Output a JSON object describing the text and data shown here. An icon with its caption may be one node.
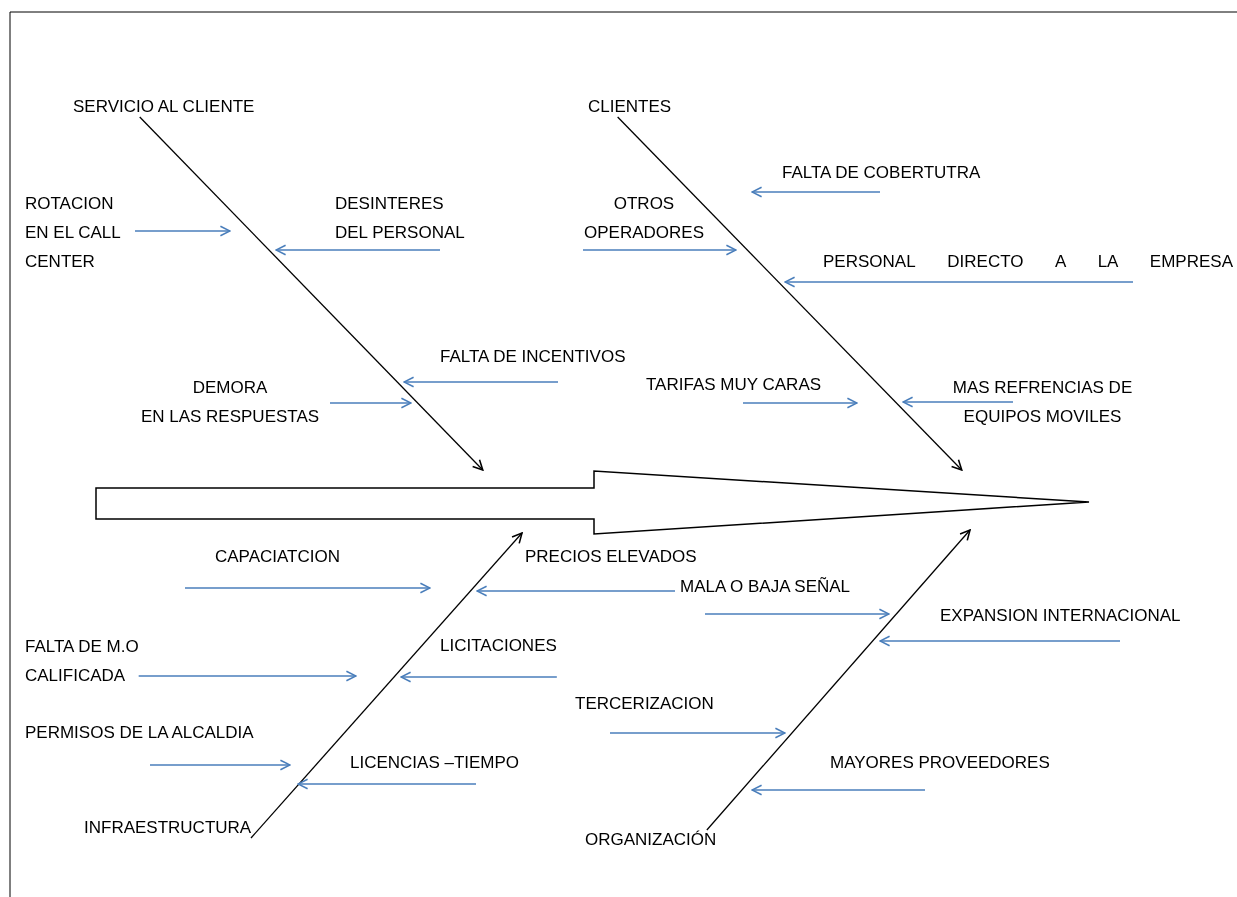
{
  "diagram": {
    "nodes": [
      {
        "text": [
          "SERVICIO AL CLIENTE"
        ]
      },
      {
        "text": [
          "CLIENTES"
        ]
      },
      {
        "text": [
          "FALTA DE COBERTUTRA"
        ]
      },
      {
        "text": [
          "ROTACION EN EL CALL CENTER"
        ]
      },
      {
        "text": [
          "DESINTERES DEL PERSONAL"
        ]
      },
      {
        "text": [
          "OTROS OPERADORES"
        ]
      },
      {
        "text": [
          "PERSONAL DIRECTO A LA EMPRESA"
        ]
      },
      {
        "text": [
          "FALTA DE INCENTIVOS"
        ]
      },
      {
        "text": [
          "DEMORA EN LAS RESPUESTAS"
        ]
      },
      {
        "text": [
          "TARIFAS MUY CARAS"
        ]
      },
      {
        "text": [
          "MAS REFRENCIAS DE EQUIPOS MOVILES"
        ]
      },
      {
        "text": [],
        "shape": "arrow"
      },
      {
        "text": [
          "CAPACIATCION"
        ]
      },
      {
        "text": [
          "PRECIOS ELEVADOS"
        ]
      },
      {
        "text": [
          "MALA O BAJA SEÑAL"
        ]
      },
      {
        "text": [
          "EXPANSION INTERNACIONAL"
        ]
      },
      {
        "text": [
          "FALTA DE M.O CALIFICADA"
        ]
      },
      {
        "text": [
          "LICITACIONES"
        ]
      },
      {
        "text": [
          "TERCERIZACION"
        ]
      },
      {
        "text": [
          "PERMISOS DE LA ALCALDIA"
        ]
      },
      {
        "text": [
          "LICENCIAS –TIEMPO"
        ]
      },
      {
        "text": [
          "MAYORES PROVEEDORES"
        ]
      },
      {
        "text": [
          "INFRAESTRUCTURA"
        ]
      },
      {
        "text": [
          "ORGANIZACIÓN"
        ]
      }
    ],
    "edges": [
      {
        "from": 0,
        "to": 11,
        "arrow": "to",
        "color": "#000000"
      },
      {
        "from": 1,
        "to": 11,
        "arrow": "to",
        "color": "#000000"
      },
      {
        "from": 22,
        "to": 11,
        "arrow": "to",
        "color": "#000000"
      },
      {
        "from": 23,
        "to": 11,
        "arrow": "to",
        "color": "#000000"
      },
      {
        "from": 2,
        "to": null,
        "arrow": "to"
      },
      {
        "from": 3,
        "to": null,
        "arrow": "to"
      },
      {
        "from": 4,
        "to": null,
        "arrow": "to"
      },
      {
        "from": 5,
        "to": null,
        "arrow": "to"
      },
      {
        "from": 6,
        "to": null,
        "arrow": "to"
      },
      {
        "from": 7,
        "to": null,
        "arrow": "to"
      },
      {
        "from": 8,
        "to": null,
        "arrow": "to"
      },
      {
        "from": 9,
        "to": null,
        "arrow": "to"
      },
      {
        "from": 10,
        "to": null,
        "arrow": "to"
      },
      {
        "from": 12,
        "to": null,
        "arrow": "to"
      },
      {
        "from": 13,
        "to": null,
        "arrow": "to"
      },
      {
        "from": 14,
        "to": null,
        "arrow": "to"
      },
      {
        "from": 15,
        "to": null,
        "arrow": "to"
      },
      {
        "from": 16,
        "to": null,
        "arrow": "to"
      },
      {
        "from": 17,
        "to": null,
        "arrow": "to"
      },
      {
        "from": 18,
        "to": null,
        "arrow": "to"
      },
      {
        "from": 19,
        "to": null,
        "arrow": "to"
      },
      {
        "from": 20,
        "to": null,
        "arrow": "to"
      },
      {
        "from": 21,
        "to": null,
        "arrow": "to"
      }
    ]
  }
}
